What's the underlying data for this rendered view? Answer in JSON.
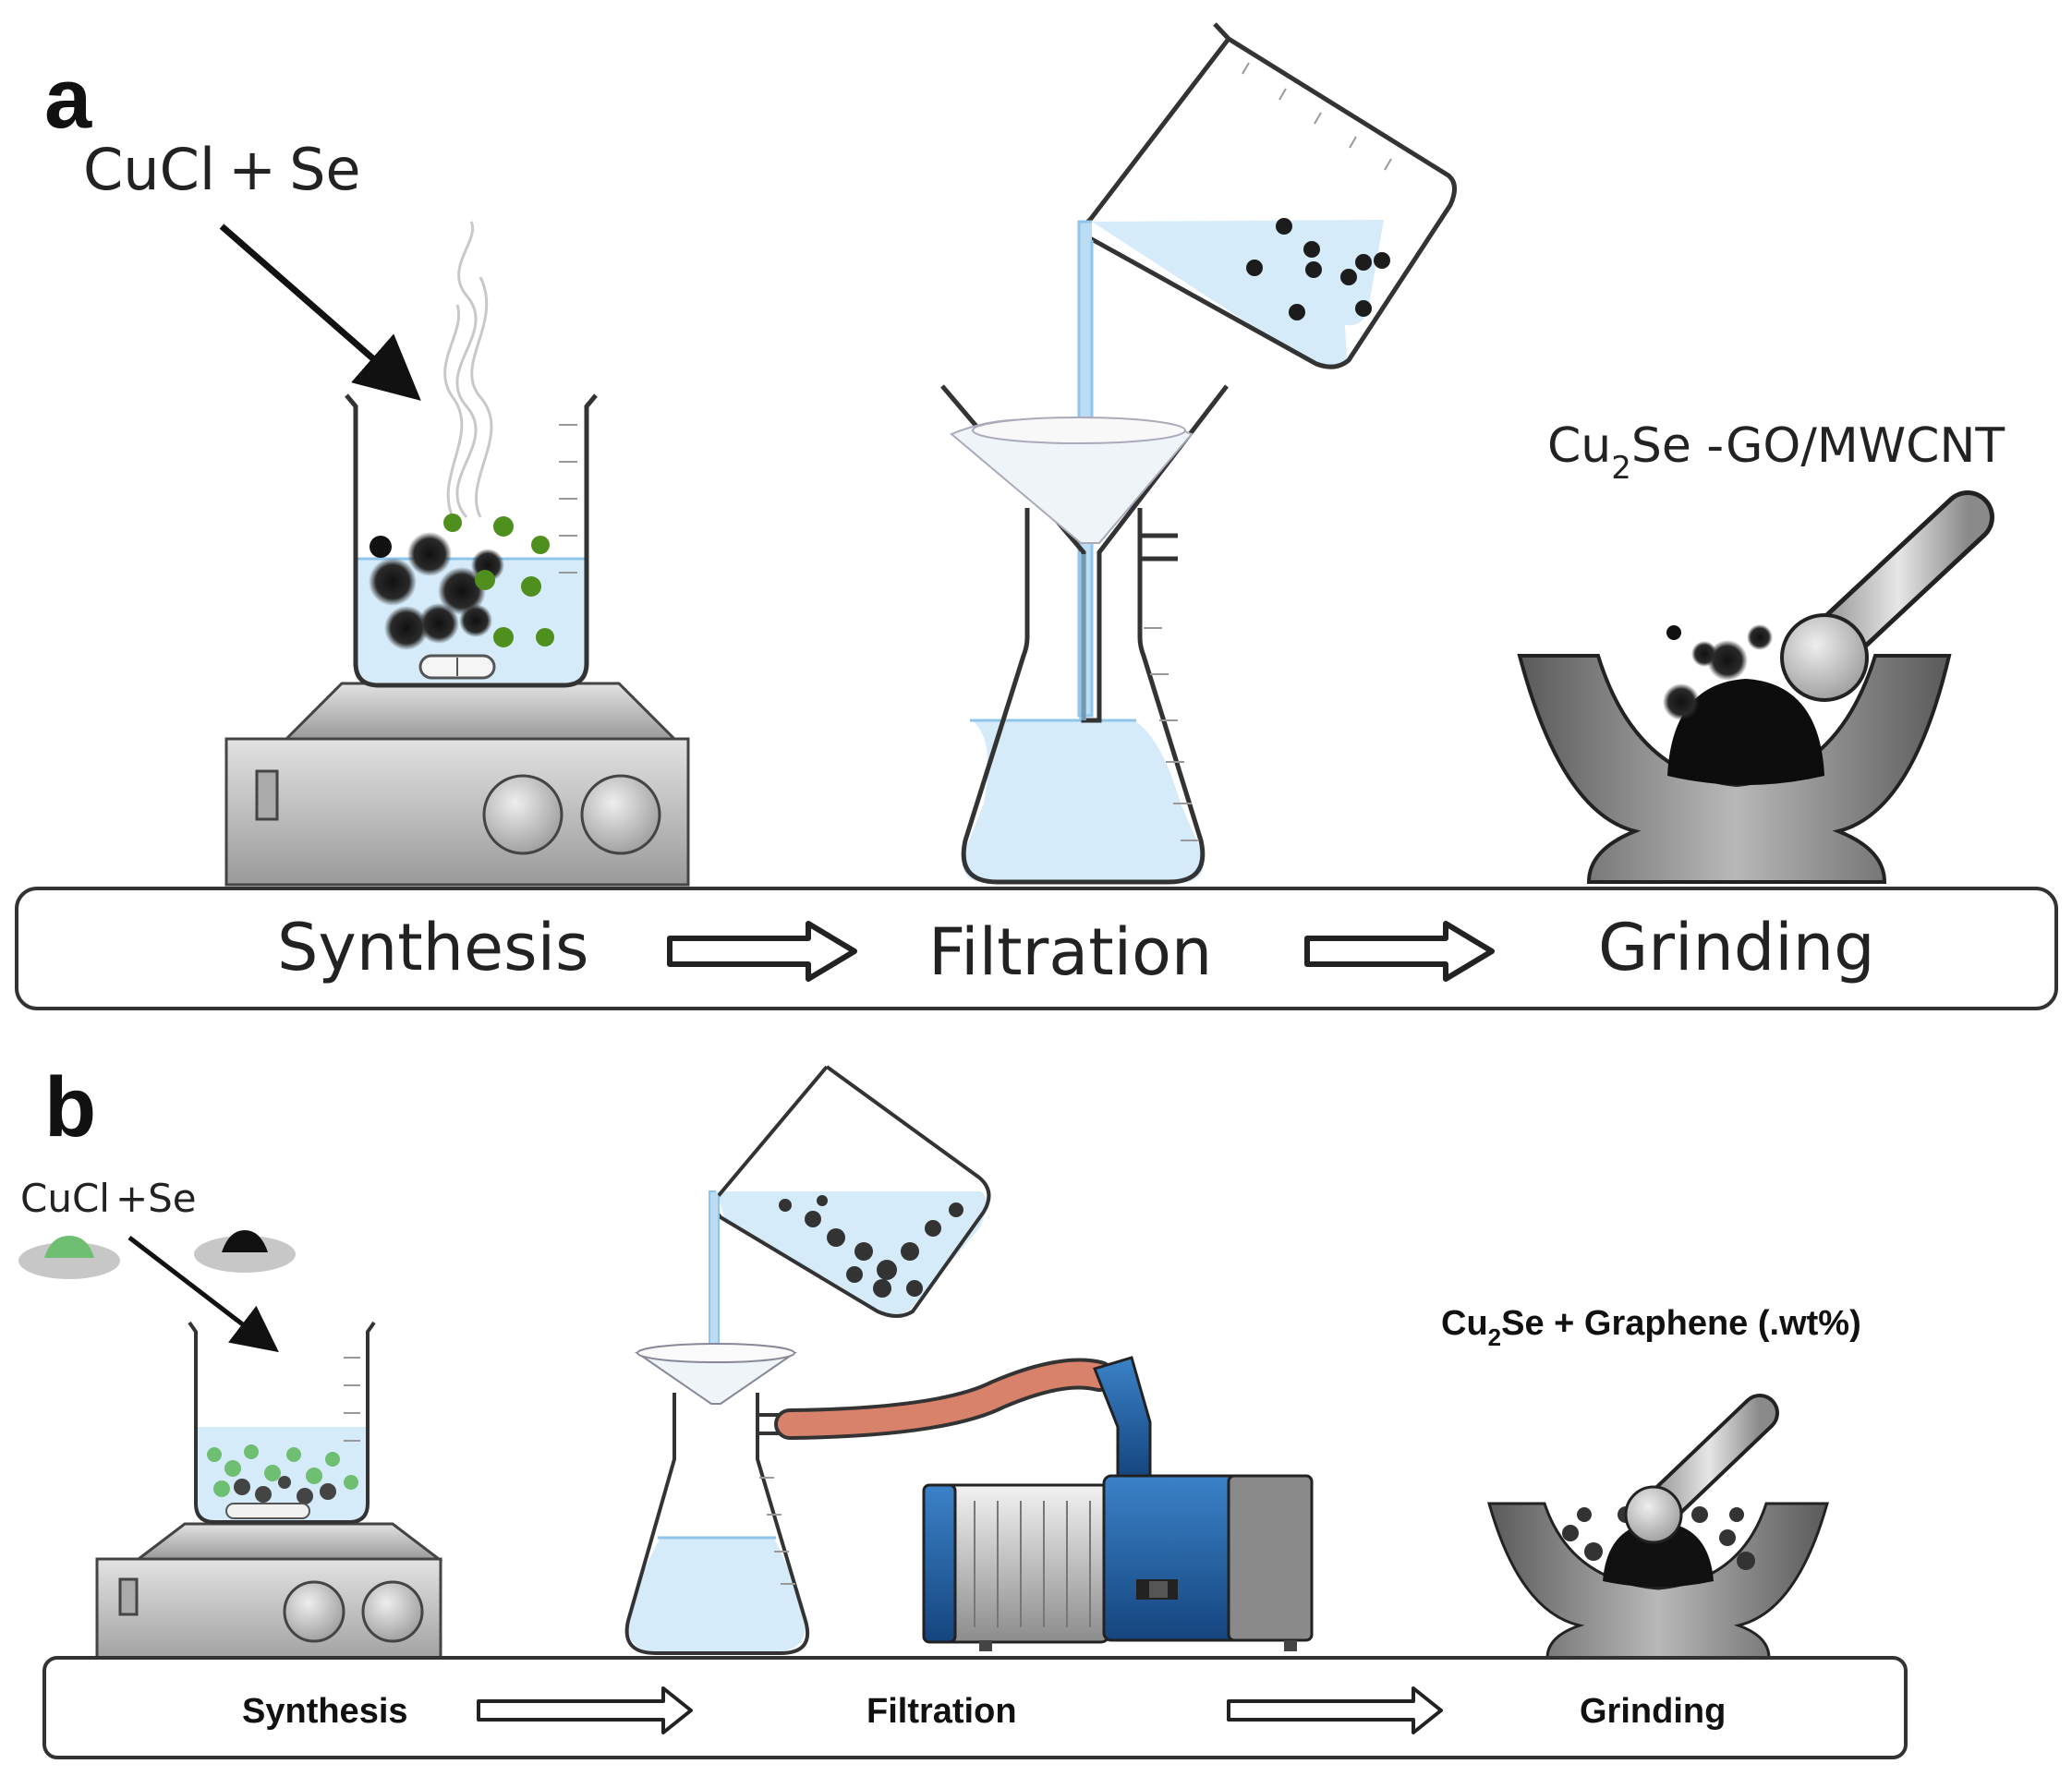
{
  "panel_a": {
    "letter": "a",
    "reagents": {
      "main": "CuCl",
      "plus": "+",
      "element": "Se"
    },
    "product": {
      "prefix": "Cu",
      "subscript": "2",
      "suffix": "Se -GO/MWCNT"
    },
    "steps": [
      "Synthesis",
      "Filtration",
      "Grinding"
    ]
  },
  "panel_b": {
    "letter": "b",
    "reagents": {
      "main": "CuCl",
      "plus": "+Se"
    },
    "product": {
      "prefix": "Cu",
      "subscript": "2",
      "suffix": "Se + Graphene (.wt%)"
    },
    "steps": [
      "Synthesis",
      "Filtration",
      "Grinding"
    ]
  },
  "colors": {
    "liquid": "#d6ebf9",
    "liquid_line": "#8fc5e8",
    "metal_light": "#d9d9d9",
    "metal_dark": "#6e6e6e",
    "particle_green": "#4f8f1e",
    "particle_dark": "#1c1c1c",
    "pump_blue": "#1f5fa8",
    "tube": "#d9826b",
    "outline": "#333333"
  },
  "icons": [
    "beaker-icon",
    "hotplate-stirrer-icon",
    "funnel-icon",
    "erlenmeyer-flask-icon",
    "mortar-pestle-icon",
    "vacuum-pump-icon",
    "hollow-arrow-icon"
  ]
}
